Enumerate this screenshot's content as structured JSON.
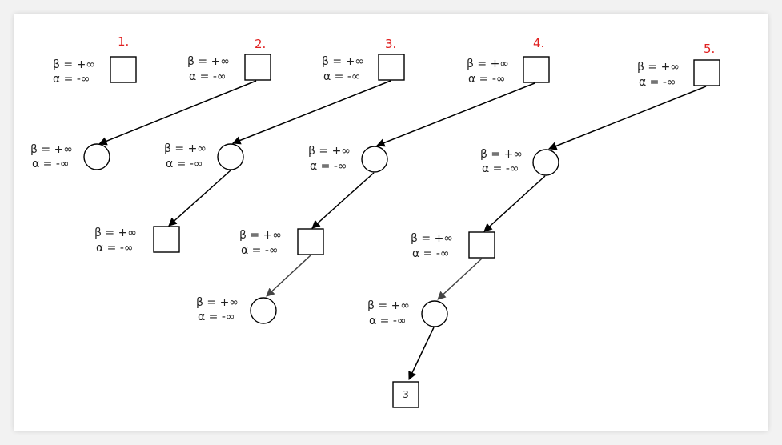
{
  "colors": {
    "step": "#e02020",
    "ink": "#000000",
    "edge_light": "#444444"
  },
  "labels": {
    "beta": "β = +∞",
    "alpha": "α = -∞"
  },
  "steps": [
    {
      "id": "1",
      "label": "1."
    },
    {
      "id": "2",
      "label": "2."
    },
    {
      "id": "3",
      "label": "3."
    },
    {
      "id": "4",
      "label": "4."
    },
    {
      "id": "5",
      "label": "5."
    }
  ],
  "leaf": {
    "value": "3"
  }
}
